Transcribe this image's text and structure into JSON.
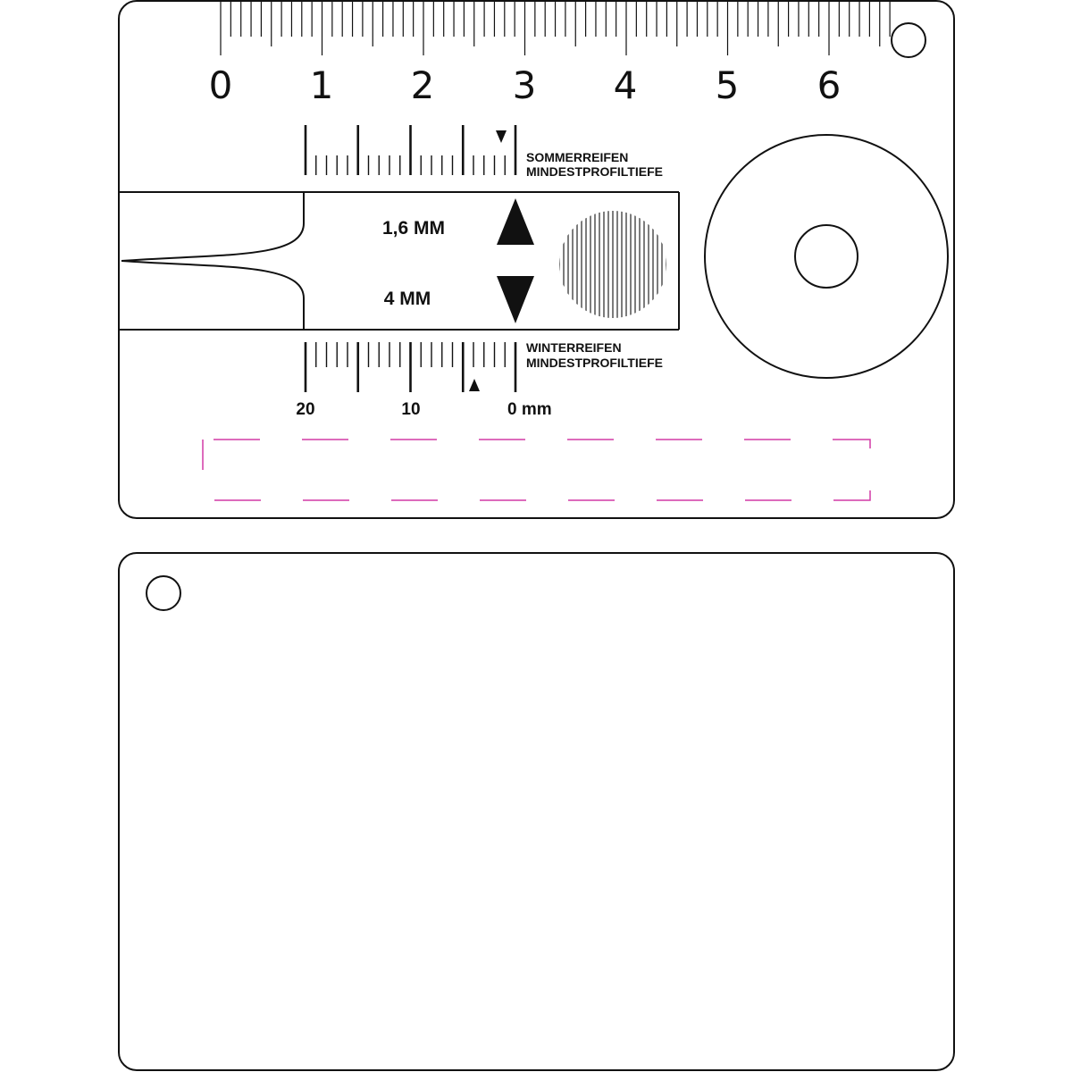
{
  "colors": {
    "ink": "#111111",
    "card_fill": "#ffffff",
    "print_area_border": "#d23aa6"
  },
  "front_card": {
    "cm_ruler": {
      "labels": [
        "0",
        "1",
        "2",
        "3",
        "4",
        "5",
        "6"
      ]
    },
    "summer_scale": {
      "title_line1": "SOMMERREIFEN",
      "title_line2": "MINDESTPROFILTIEFE"
    },
    "winter_scale": {
      "title_line1": "WINTERREIFEN",
      "title_line2": "MINDESTPROFILTIEFE",
      "label_20": "20",
      "label_10": "10",
      "label_0": "0 mm"
    },
    "depth_window": {
      "upper_value": "1,6 MM",
      "lower_value": "4 MM",
      "up_arrow_icon": "triangle-up-icon",
      "down_arrow_icon": "triangle-down-icon"
    }
  },
  "back_card": {}
}
